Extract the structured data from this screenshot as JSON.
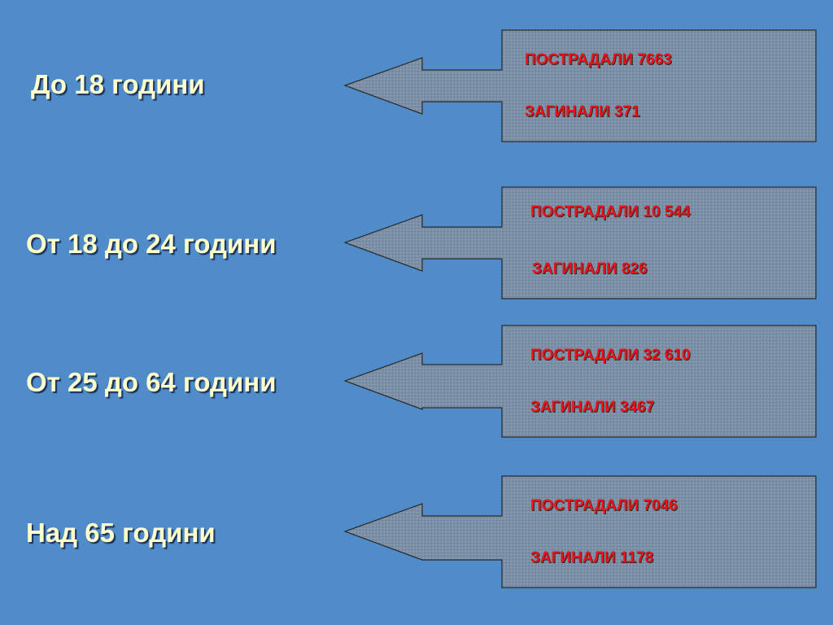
{
  "rows": [
    {
      "age": "До 18 години",
      "injured": "ПОСТРАДАЛИ 7663",
      "killed": "ЗАГИНАЛИ 371"
    },
    {
      "age": "От 18 до 24 години",
      "injured": "ПОСТРАДАЛИ 10 544",
      "killed": "ЗАГИНАЛИ 826"
    },
    {
      "age": "От 25 до 64 години",
      "injured": "ПОСТРАДАЛИ 32 610",
      "killed": "ЗАГИНАЛИ 3467"
    },
    {
      "age": "Над 65 години",
      "injured": "ПОСТРАДАЛИ 7046",
      "killed": "ЗАГИНАЛИ 1178"
    }
  ],
  "colors": {
    "background": "#4f8cc9",
    "label": "#ffffcc",
    "stat_text": "#e8141a",
    "box_fill": "#7f93a8"
  }
}
